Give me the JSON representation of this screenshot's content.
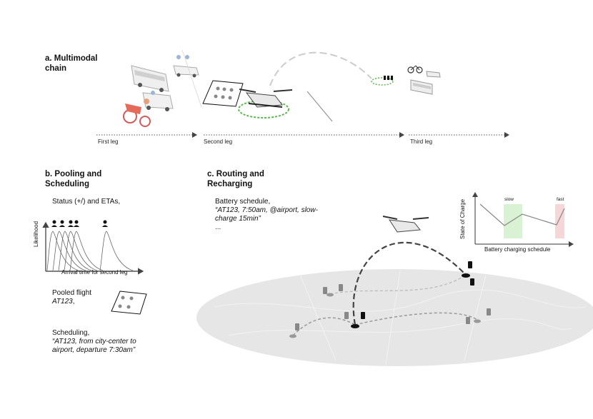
{
  "panel_a": {
    "title_line1": "a. Multimodal",
    "title_line2": "chain",
    "legs": [
      "First leg",
      "Second leg",
      "Third leg"
    ]
  },
  "panel_b": {
    "title_line1": "b. Pooling and",
    "title_line2": "Scheduling",
    "status_text": "Status (+/) and ETAs,",
    "ylabel": "Likelihood",
    "xlabel": "Arrival time for second leg",
    "pooled_line1": "Pooled flight",
    "pooled_line2": "AT123",
    "pooled_line2_suffix": ",",
    "sched_line1": "Scheduling,",
    "sched_line2": "“AT123, from city-center to",
    "sched_line3": "airport, departure 7:30am”"
  },
  "panel_c": {
    "title_line1": "c. Routing and",
    "title_line2": "Recharging",
    "battery_line1": "Battery schedule,",
    "battery_line2": "“AT123, 7:50am, @airport, slow-",
    "battery_line3": "charge 15min”",
    "battery_line4": "..."
  },
  "chart_data": {
    "type": "line",
    "ylabel": "State of Charge",
    "xlabel": "Battery charging schedule",
    "annotations": [
      "slow",
      "fast"
    ],
    "annotation_colors": [
      "#d9f2d3",
      "#f6d6d6"
    ]
  },
  "colors": {
    "accent_green": "#5cb84f",
    "route": "#444444",
    "map": "#e6e6e6"
  }
}
